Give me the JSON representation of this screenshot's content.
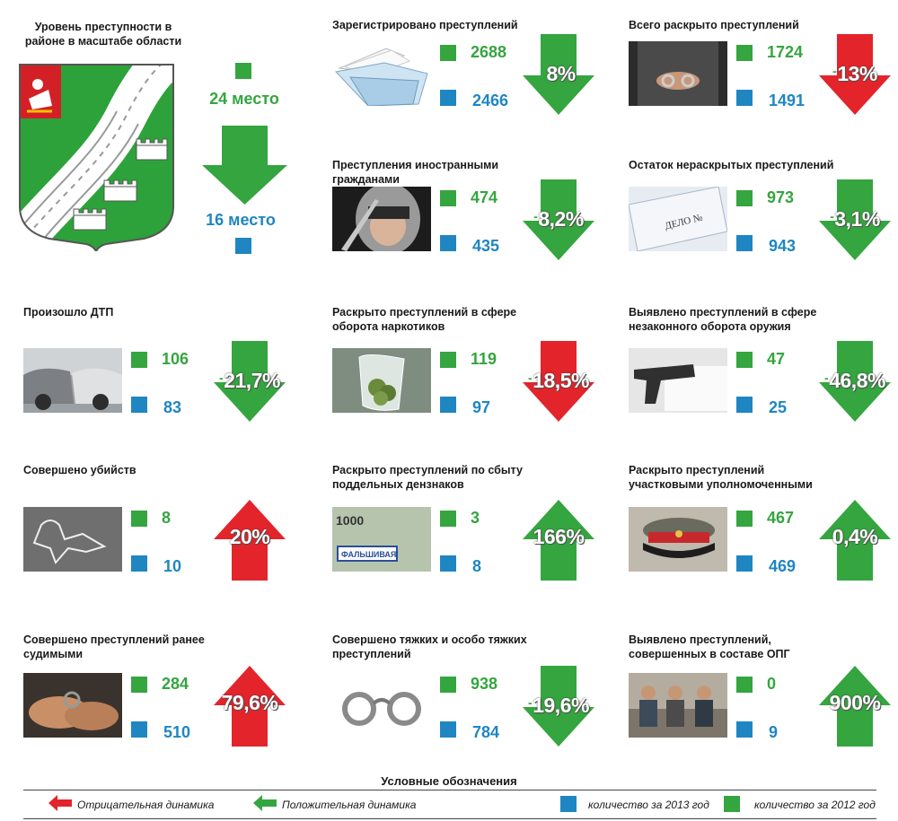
{
  "region": {
    "title": "Уровень преступности в районе в масштабе области",
    "rank_2012": "24 место",
    "rank_2013": "16 место"
  },
  "chart_data": {
    "type": "table",
    "metrics": [
      {
        "title": "Зарегистрировано преступлений",
        "v2012": "2688",
        "v2013": "2466",
        "change": "8%",
        "sign": "-",
        "direction": "down",
        "color": "green",
        "image": "folder"
      },
      {
        "title": "Всего раскрыто преступлений",
        "v2012": "1724",
        "v2013": "1491",
        "change": "13%",
        "sign": "-",
        "direction": "down",
        "color": "red",
        "image": "handcuffed-person"
      },
      {
        "title": "Преступления иностранными гражданами",
        "v2012": "474",
        "v2013": "435",
        "change": "8,2%",
        "sign": "-",
        "direction": "down",
        "color": "green",
        "image": "hooded-man-with-knife"
      },
      {
        "title": "Остаток нераскрытых преступлений",
        "v2012": "973",
        "v2013": "943",
        "change": "3,1%",
        "sign": "-",
        "direction": "down",
        "color": "green",
        "image": "case-file"
      },
      {
        "title": "Произошло ДТП",
        "v2012": "106",
        "v2013": "83",
        "change": "21,7%",
        "sign": "-",
        "direction": "down",
        "color": "green",
        "image": "crashed-cars"
      },
      {
        "title": "Раскрыто преступлений в сфере оборота наркотиков",
        "v2012": "119",
        "v2013": "97",
        "change": "18,5%",
        "sign": "-",
        "direction": "down",
        "color": "red",
        "image": "drug-bag"
      },
      {
        "title": "Выявлено преступлений в сфере незаконного оборота оружия",
        "v2012": "47",
        "v2013": "25",
        "change": "46,8%",
        "sign": "-",
        "direction": "down",
        "color": "green",
        "image": "pistol"
      },
      {
        "title": "Совершено убийств",
        "v2012": "8",
        "v2013": "10",
        "change": "20%",
        "sign": "",
        "direction": "up",
        "color": "red",
        "image": "chalk-outline"
      },
      {
        "title": "Раскрыто преступлений по сбыту поддельных дензнаков",
        "v2012": "3",
        "v2013": "8",
        "change": "166%",
        "sign": "",
        "direction": "up",
        "color": "green",
        "image": "banknote",
        "banknote_text": "1000",
        "stamp_text": "ФАЛЬШИВАЯ"
      },
      {
        "title": "Раскрыто преступлений участковыми уполномоченными",
        "v2012": "467",
        "v2013": "469",
        "change": "0,4%",
        "sign": "",
        "direction": "up",
        "color": "green",
        "image": "police-cap"
      },
      {
        "title": "Совершено преступлений ранее судимыми",
        "v2012": "284",
        "v2013": "510",
        "change": "79,6%",
        "sign": "",
        "direction": "up",
        "color": "red",
        "image": "tattooed-hands"
      },
      {
        "title": "Совершено тяжких и особо тяжких преступлений",
        "v2012": "938",
        "v2013": "784",
        "change": "19,6%",
        "sign": "-",
        "direction": "down",
        "color": "green",
        "image": "handcuffs"
      },
      {
        "title": "Выявлено преступлений, совершенных в составе ОПГ",
        "v2012": "0",
        "v2013": "9",
        "change": "900%",
        "sign": "",
        "direction": "up",
        "color": "green",
        "image": "arrested-group"
      }
    ]
  },
  "legend": {
    "title": "Условные обозначения",
    "negative": "Отрицательная динамика",
    "positive": "Положительная динамика",
    "year2013": "количество за 2013 год",
    "year2012": "количество за 2012 год"
  },
  "colors": {
    "green": "#35a53f",
    "blue": "#1f86c2",
    "red": "#e3242b"
  }
}
